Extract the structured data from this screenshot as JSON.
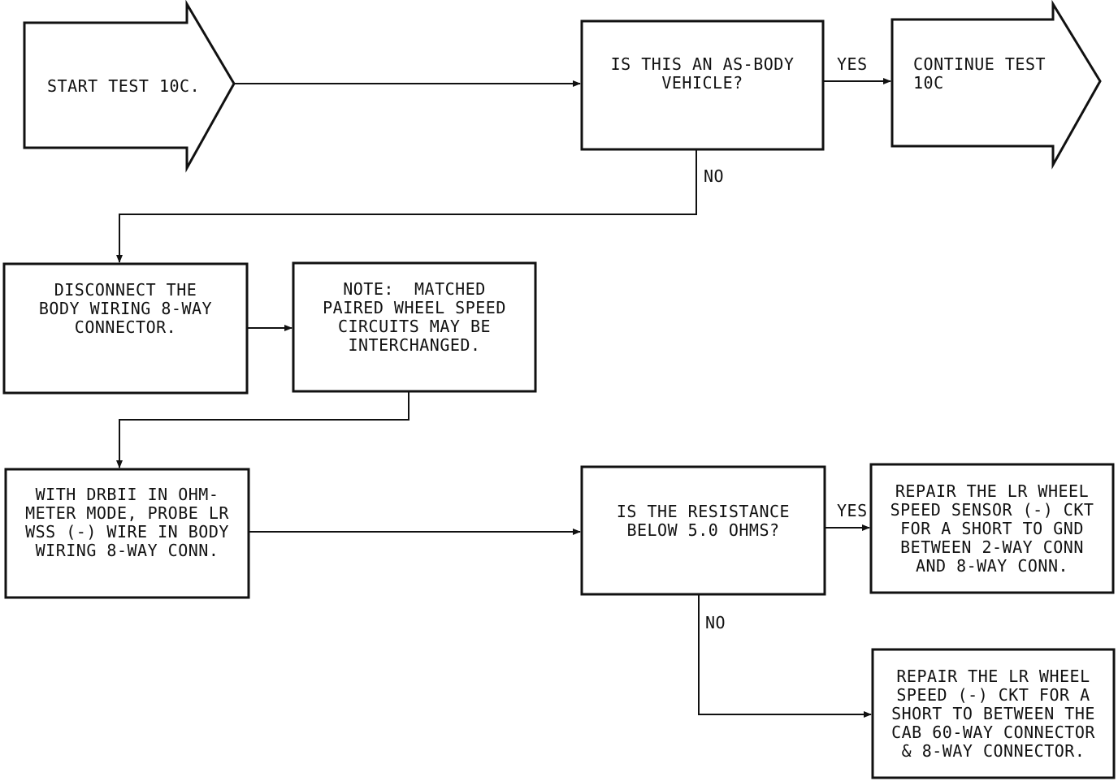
{
  "diagram": {
    "start": {
      "label": "START TEST 10C."
    },
    "question_as_body": {
      "label": "IS THIS AN AS-BODY\nVEHICLE?"
    },
    "continue": {
      "label": "CONTINUE TEST\n10C"
    },
    "disconnect": {
      "label": "DISCONNECT THE\nBODY WIRING 8-WAY\nCONNECTOR."
    },
    "note": {
      "label": "NOTE:  MATCHED\nPAIRED WHEEL SPEED\nCIRCUITS MAY BE\nINTERCHANGED."
    },
    "probe": {
      "label": "WITH DRBII IN OHM-\nMETER MODE, PROBE LR\nWSS (-) WIRE IN BODY\nWIRING 8-WAY CONN."
    },
    "question_resistance": {
      "label": "IS THE RESISTANCE\nBELOW 5.0 OHMS?"
    },
    "repair_gnd": {
      "label": "REPAIR THE LR WHEEL\nSPEED SENSOR (-) CKT\nFOR A SHORT TO GND\nBETWEEN 2-WAY CONN\nAND 8-WAY CONN."
    },
    "repair_short": {
      "label": "REPAIR THE LR WHEEL\nSPEED (-) CKT FOR A\nSHORT TO BETWEEN THE\nCAB 60-WAY CONNECTOR\n& 8-WAY CONNECTOR."
    },
    "edges": {
      "yes_1": "YES",
      "no_1": "NO",
      "yes_2": "YES",
      "no_2": "NO"
    }
  },
  "colors": {
    "stroke": "#111111",
    "background": "#ffffff"
  }
}
